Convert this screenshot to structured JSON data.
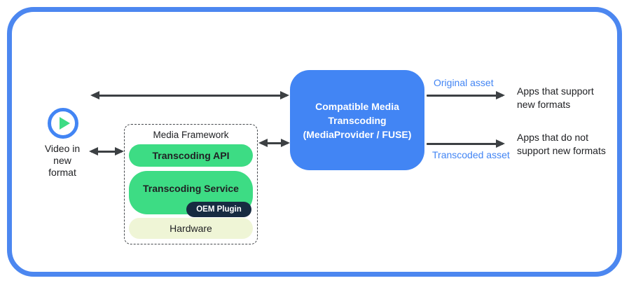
{
  "colors": {
    "border_blue": "#4c87f0",
    "box_blue": "#4285f4",
    "green": "#3ddc84",
    "navy": "#172b41",
    "pale_yellow": "#eff5d6",
    "arrow_gray": "#3c4043",
    "label_blue": "#4285f4",
    "text_dark": "#202124"
  },
  "source": {
    "icon": "play-icon",
    "label": "Video in\nnew\nformat"
  },
  "media_framework": {
    "title": "Media Framework",
    "layers": {
      "transcoding_api": "Transcoding API",
      "transcoding_service": "Transcoding Service",
      "oem_plugin": "OEM Plugin",
      "hardware": "Hardware"
    }
  },
  "center_box": {
    "label": "Compatible Media\nTranscoding\n(MediaProvider / FUSE)"
  },
  "outputs": {
    "original_asset_label": "Original asset",
    "transcoded_asset_label": "Transcoded asset",
    "apps_support": "Apps that support\nnew formats",
    "apps_no_support": "Apps that do not\nsupport new formats"
  }
}
